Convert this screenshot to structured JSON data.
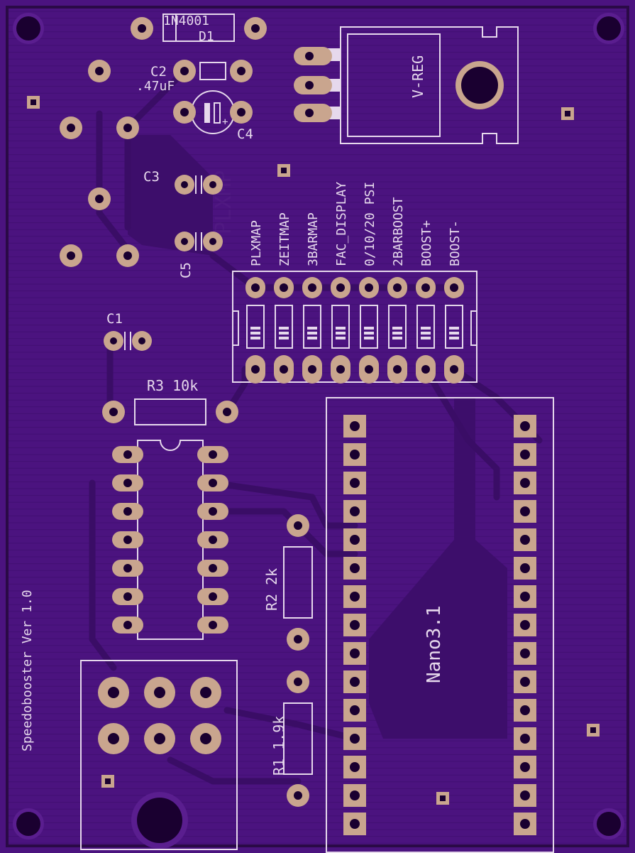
{
  "board": {
    "title": "Speedobooster Ver 1.0",
    "background_color": "#4b137f",
    "silkscreen_color": "#e6d8ec",
    "pad_color": "#c9a58e"
  },
  "components": {
    "d1": {
      "part": "1N4001",
      "ref": "D1"
    },
    "c2": {
      "ref": "C2",
      "value": ".47uF"
    },
    "c4": {
      "ref": "C4",
      "polarity": "+"
    },
    "c3": {
      "ref": "C3"
    },
    "c5": {
      "ref": "C5"
    },
    "c1": {
      "ref": "C1"
    },
    "vreg": {
      "ref": "V-REG"
    },
    "r3": {
      "label": "R3 10k"
    },
    "r2": {
      "label": "R2 2k"
    },
    "r1": {
      "label": "R1 1.9k"
    },
    "nano": {
      "ref": "Nano3.1"
    },
    "ghost": {
      "text": "PLXMP"
    }
  },
  "header_labels": [
    "PLXMAP",
    "ZEITMAP",
    "3BARMAP",
    "FAC_DISPLAY",
    "0/10/20 PSI",
    "2BARBOOST",
    "BOOST+",
    "BOOST-"
  ]
}
